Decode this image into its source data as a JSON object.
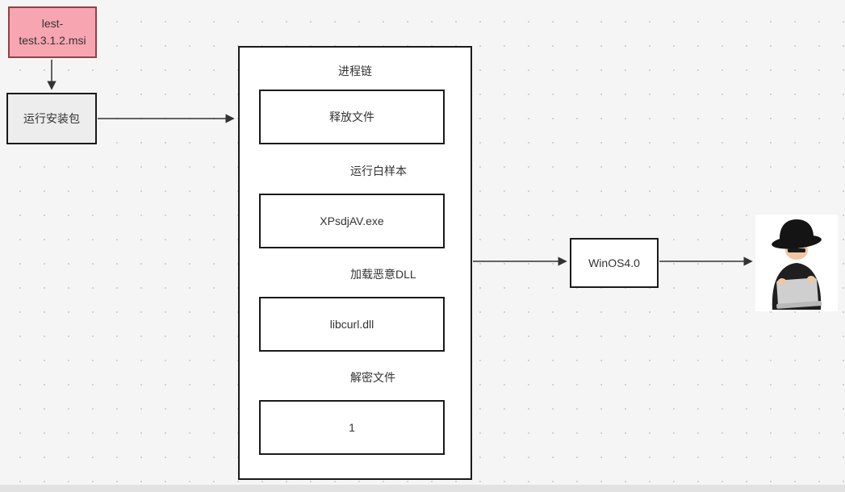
{
  "diagram": {
    "nodes": {
      "msi_package": {
        "label": "lest-test.3.1.2.msi"
      },
      "run_installer": {
        "label": "运行安装包"
      },
      "winos": {
        "label": "WinOS4.0"
      }
    },
    "process_chain": {
      "title": "进程链",
      "steps": [
        {
          "label": "释放文件"
        },
        {
          "label": "XPsdjAV.exe"
        },
        {
          "label": "libcurl.dll"
        },
        {
          "label": "1"
        }
      ],
      "edges": [
        {
          "label": "运行白样本"
        },
        {
          "label": "加载恶意DLL"
        },
        {
          "label": "解密文件"
        }
      ]
    },
    "icons": {
      "hacker": "hacker-with-laptop-icon"
    },
    "colors": {
      "canvas_background": "#f5f5f5",
      "grid_dot": "#d2d2d2",
      "msi_fill": "#f7a6b1",
      "msi_border": "#8f4148",
      "installer_fill": "#ededed",
      "shape_fill": "#ffffff",
      "shape_border": "#1a1a1a",
      "text": "#333333",
      "arrow": "#333333"
    }
  }
}
